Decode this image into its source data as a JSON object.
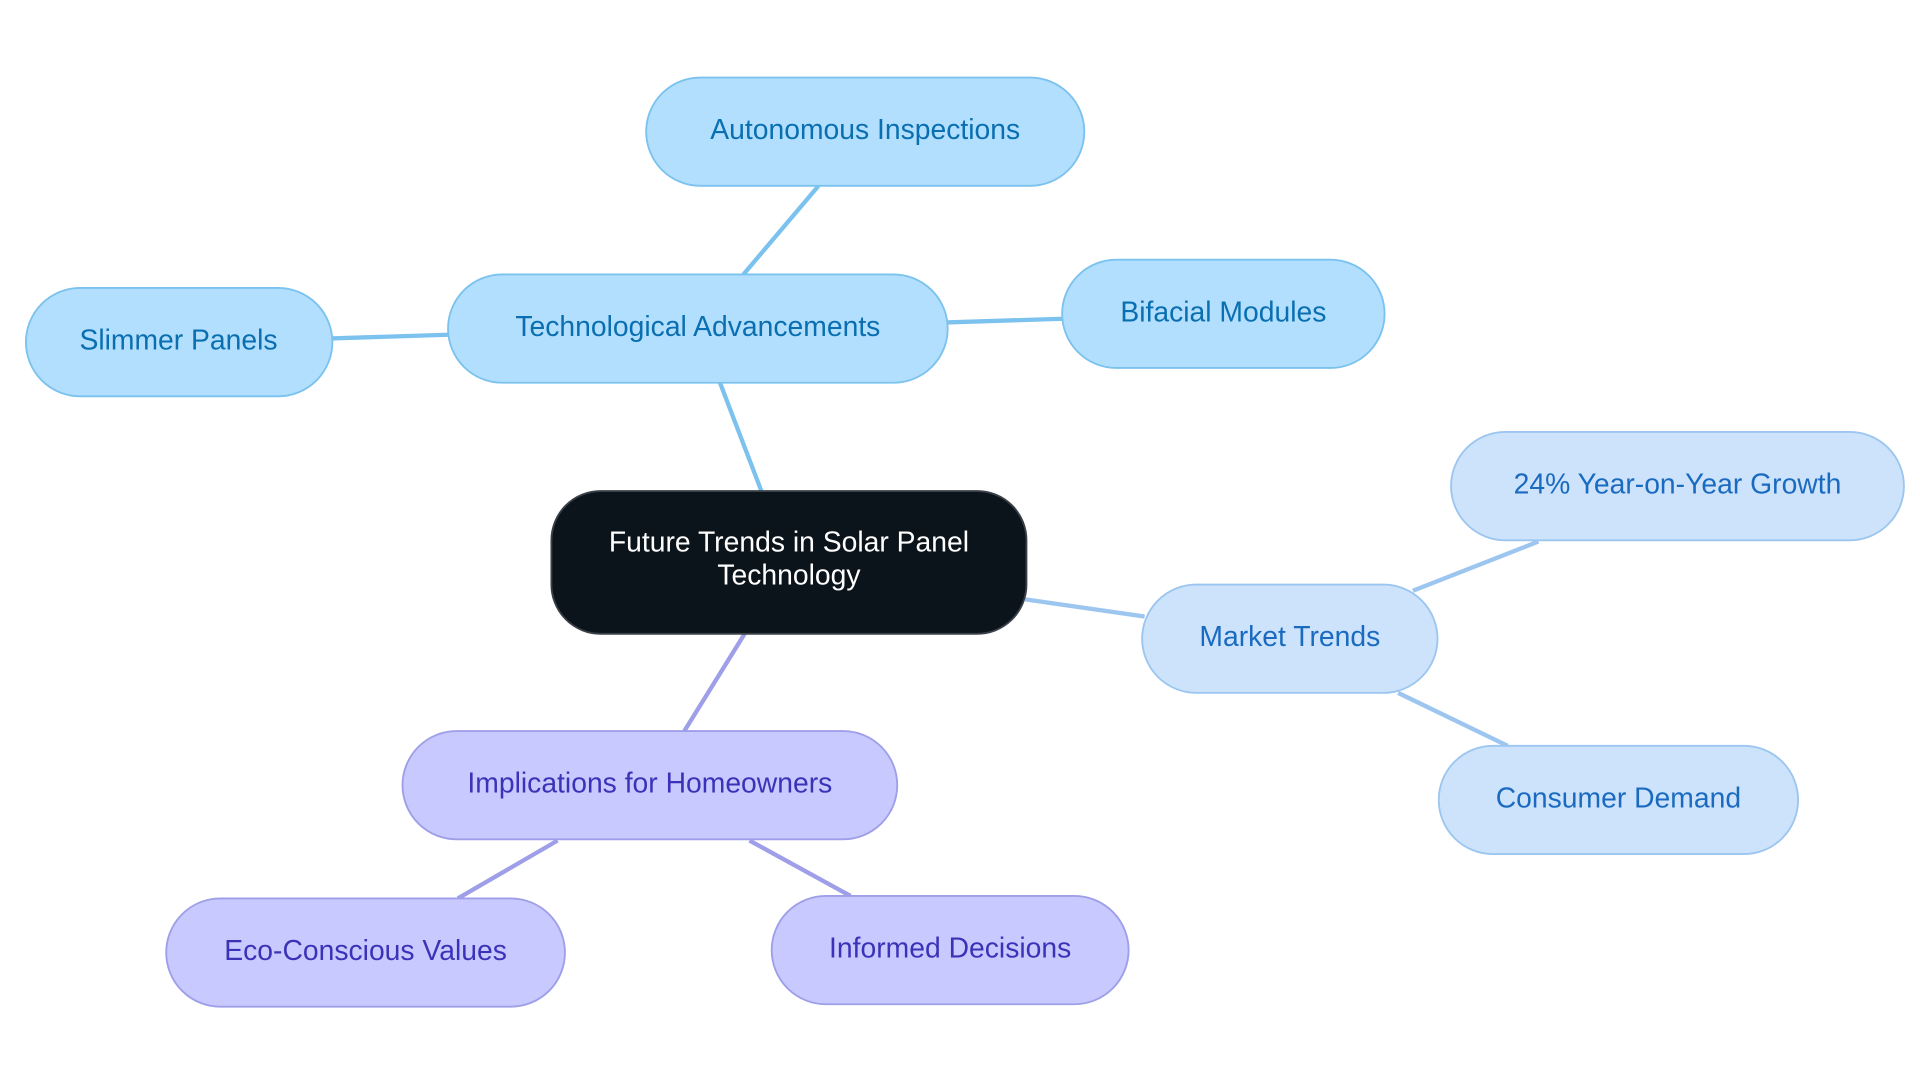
{
  "root": {
    "line1": "Future Trends in Solar Panel",
    "line2": "Technology"
  },
  "branches": {
    "tech": {
      "label": "Technological Advancements",
      "children": [
        "Autonomous Inspections",
        "Bifacial Modules",
        "Slimmer Panels"
      ]
    },
    "market": {
      "label": "Market Trends",
      "children": [
        "24% Year-on-Year Growth",
        "Consumer Demand"
      ]
    },
    "home": {
      "label": "Implications for Homeowners",
      "children": [
        "Eco-Conscious Values",
        "Informed Decisions"
      ]
    }
  },
  "colors": {
    "tech": "#b3dffe",
    "market": "#cde3fb",
    "home": "#c8c9fe",
    "root": "#0c141b"
  }
}
